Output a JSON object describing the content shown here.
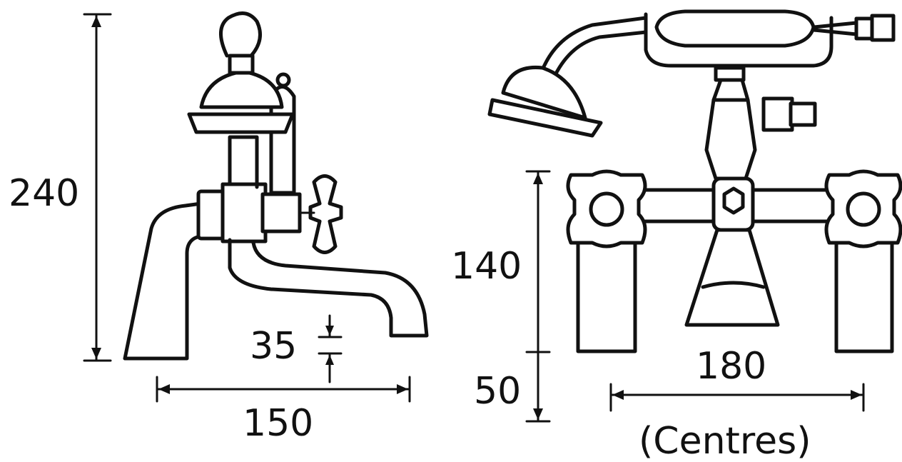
{
  "dimensions": {
    "overall_height": "240",
    "spout_clearance": "35",
    "side_depth": "150",
    "body_height": "140",
    "base_height": "50",
    "centres_value": "180",
    "centres_label": "(Centres)"
  },
  "colors": {
    "line": "#111111",
    "background": "#ffffff"
  }
}
